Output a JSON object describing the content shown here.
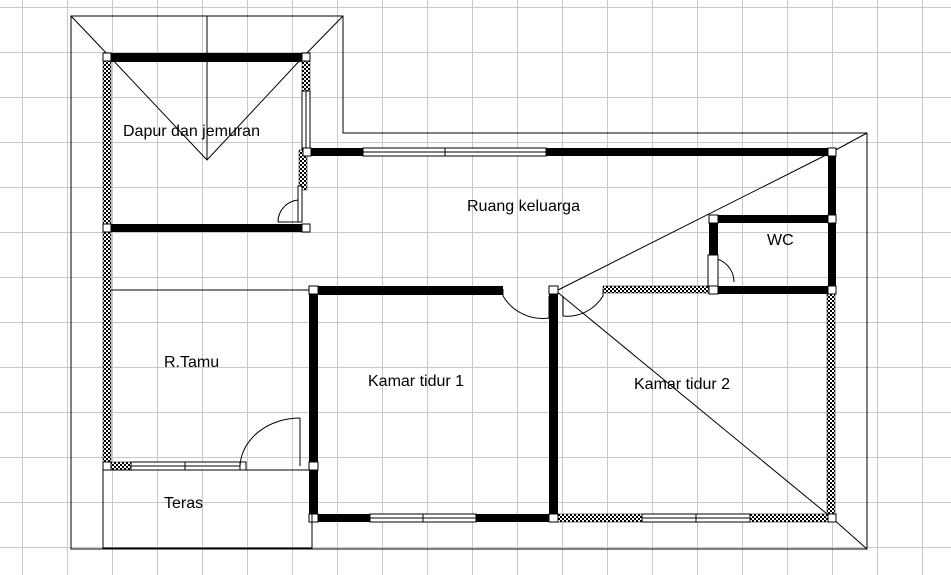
{
  "floor_plan": {
    "rooms": {
      "kitchen": "Dapur dan jemuran",
      "family_room": "Ruang keluarga",
      "wc": "WC",
      "living_room": "R.Tamu",
      "bedroom_1": "Kamar tidur 1",
      "bedroom_2": "Kamar tidur 2",
      "terrace": "Teras"
    }
  }
}
